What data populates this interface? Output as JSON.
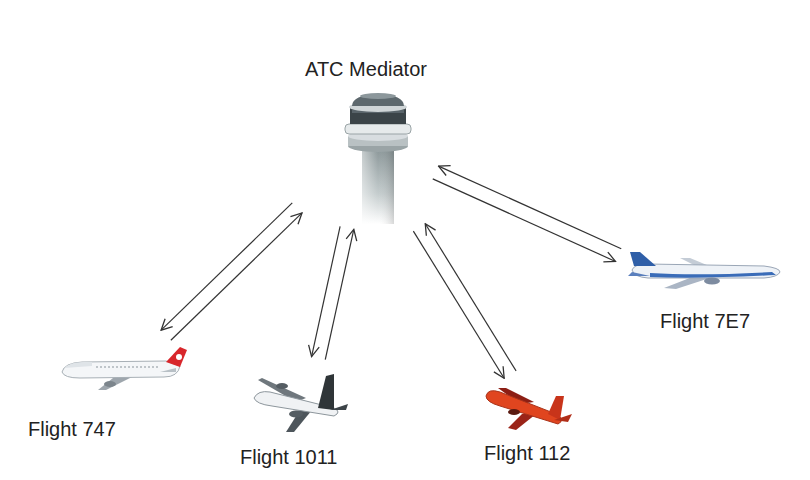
{
  "diagram": {
    "nodes": [
      {
        "text": [
          "ATC Mediator"
        ]
      },
      {
        "text": [
          "Flight 747"
        ]
      },
      {
        "text": [
          "Flight 1011"
        ]
      },
      {
        "text": [
          "Flight 112"
        ]
      },
      {
        "text": [
          "Flight 7E7"
        ]
      }
    ],
    "edges": [
      {
        "from": 0,
        "to": 1,
        "arrow": "to"
      },
      {
        "from": 1,
        "to": 0,
        "arrow": "to"
      },
      {
        "from": 0,
        "to": 2,
        "arrow": "to"
      },
      {
        "from": 2,
        "to": 0,
        "arrow": "to"
      },
      {
        "from": 0,
        "to": 3,
        "arrow": "to"
      },
      {
        "from": 3,
        "to": 0,
        "arrow": "to"
      },
      {
        "from": 0,
        "to": 4,
        "arrow": "to"
      },
      {
        "from": 4,
        "to": 0,
        "arrow": "to"
      }
    ]
  }
}
